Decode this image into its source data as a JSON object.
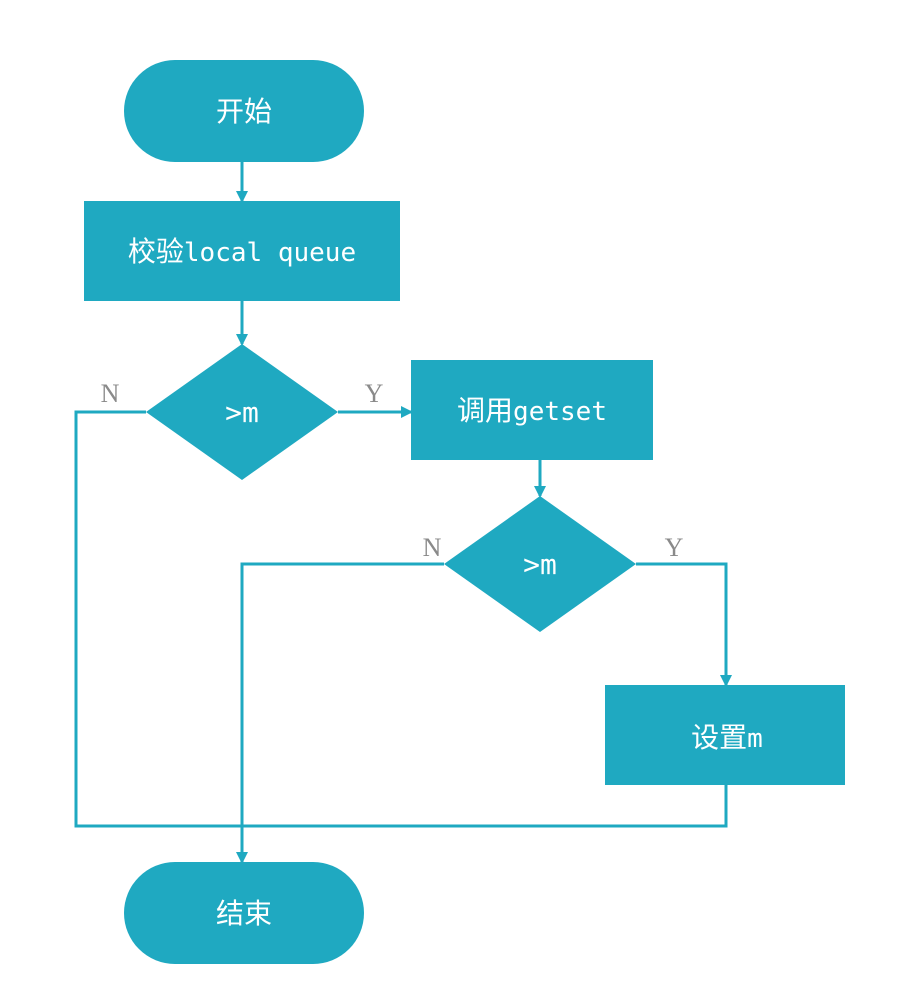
{
  "colors": {
    "node_fill": "#1fa9c1",
    "connector": "#1fa9c1",
    "node_text": "#ffffff",
    "branch_label": "#8a8a8a",
    "background": "#ffffff"
  },
  "nodes": {
    "start": {
      "shape": "terminator",
      "label": "开始"
    },
    "validate": {
      "shape": "process",
      "label_cn": "校验",
      "label_code": "local queue"
    },
    "decision1": {
      "shape": "decision",
      "label": ">m"
    },
    "getset": {
      "shape": "process",
      "label_cn": "调用",
      "label_code": "getset"
    },
    "decision2": {
      "shape": "decision",
      "label": ">m"
    },
    "set_m": {
      "shape": "process",
      "label_cn": "设置",
      "label_code": "m"
    },
    "end": {
      "shape": "terminator",
      "label": "结束"
    }
  },
  "branches": {
    "decision1_no": "N",
    "decision1_yes": "Y",
    "decision2_no": "N",
    "decision2_yes": "Y"
  },
  "edges": [
    {
      "from": "start",
      "to": "validate"
    },
    {
      "from": "validate",
      "to": "decision1"
    },
    {
      "from": "decision1",
      "to": "getset",
      "label": "Y"
    },
    {
      "from": "decision1",
      "to": "end",
      "label": "N"
    },
    {
      "from": "getset",
      "to": "decision2"
    },
    {
      "from": "decision2",
      "to": "set_m",
      "label": "Y"
    },
    {
      "from": "decision2",
      "to": "end",
      "label": "N"
    },
    {
      "from": "set_m",
      "to": "end"
    }
  ]
}
